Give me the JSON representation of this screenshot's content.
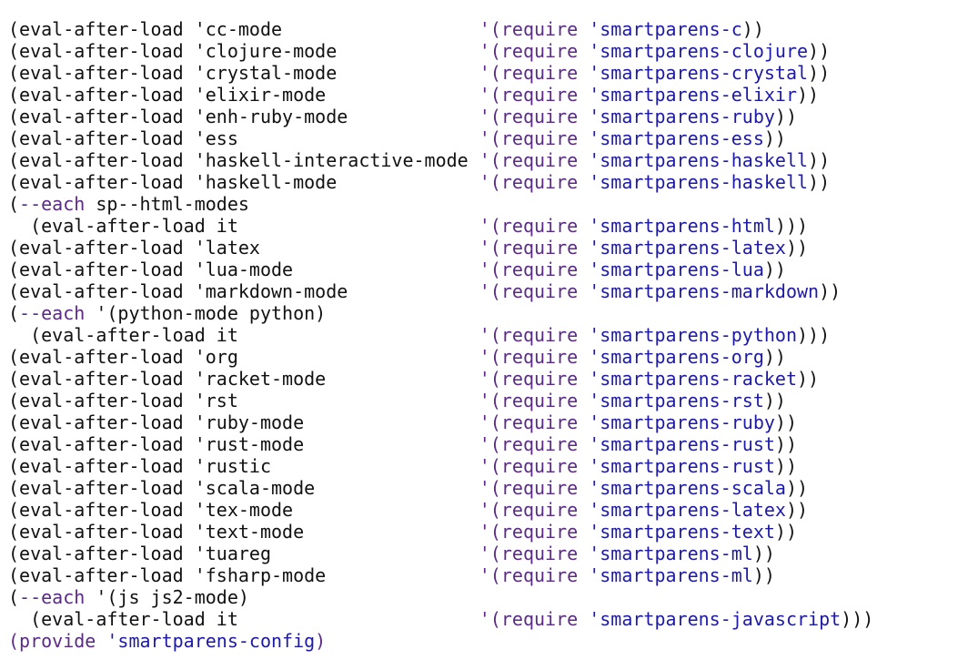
{
  "colors": {
    "text": "#111111",
    "keyword": "#5b2a86",
    "feature": "#1d1aa4",
    "background": "#ffffff"
  },
  "code_lines": [
    [
      {
        "t": "(eval-after-load 'cc-mode                  ",
        "c": "plain"
      },
      {
        "t": "'(",
        "c": "purple"
      },
      {
        "t": "require",
        "c": "purple"
      },
      {
        "t": " ",
        "c": "plain"
      },
      {
        "t": "'smartparens-c",
        "c": "blue"
      },
      {
        "t": "))",
        "c": "plain"
      }
    ],
    [
      {
        "t": "(eval-after-load 'clojure-mode             ",
        "c": "plain"
      },
      {
        "t": "'(",
        "c": "purple"
      },
      {
        "t": "require",
        "c": "purple"
      },
      {
        "t": " ",
        "c": "plain"
      },
      {
        "t": "'smartparens-clojure",
        "c": "blue"
      },
      {
        "t": "))",
        "c": "plain"
      }
    ],
    [
      {
        "t": "(eval-after-load 'crystal-mode             ",
        "c": "plain"
      },
      {
        "t": "'(",
        "c": "purple"
      },
      {
        "t": "require",
        "c": "purple"
      },
      {
        "t": " ",
        "c": "plain"
      },
      {
        "t": "'smartparens-crystal",
        "c": "blue"
      },
      {
        "t": "))",
        "c": "plain"
      }
    ],
    [
      {
        "t": "(eval-after-load 'elixir-mode              ",
        "c": "plain"
      },
      {
        "t": "'(",
        "c": "purple"
      },
      {
        "t": "require",
        "c": "purple"
      },
      {
        "t": " ",
        "c": "plain"
      },
      {
        "t": "'smartparens-elixir",
        "c": "blue"
      },
      {
        "t": "))",
        "c": "plain"
      }
    ],
    [
      {
        "t": "(eval-after-load 'enh-ruby-mode            ",
        "c": "plain"
      },
      {
        "t": "'(",
        "c": "purple"
      },
      {
        "t": "require",
        "c": "purple"
      },
      {
        "t": " ",
        "c": "plain"
      },
      {
        "t": "'smartparens-ruby",
        "c": "blue"
      },
      {
        "t": "))",
        "c": "plain"
      }
    ],
    [
      {
        "t": "(eval-after-load 'ess                      ",
        "c": "plain"
      },
      {
        "t": "'(",
        "c": "purple"
      },
      {
        "t": "require",
        "c": "purple"
      },
      {
        "t": " ",
        "c": "plain"
      },
      {
        "t": "'smartparens-ess",
        "c": "blue"
      },
      {
        "t": "))",
        "c": "plain"
      }
    ],
    [
      {
        "t": "(eval-after-load 'haskell-interactive-mode ",
        "c": "plain"
      },
      {
        "t": "'(",
        "c": "purple"
      },
      {
        "t": "require",
        "c": "purple"
      },
      {
        "t": " ",
        "c": "plain"
      },
      {
        "t": "'smartparens-haskell",
        "c": "blue"
      },
      {
        "t": "))",
        "c": "plain"
      }
    ],
    [
      {
        "t": "(eval-after-load 'haskell-mode             ",
        "c": "plain"
      },
      {
        "t": "'(",
        "c": "purple"
      },
      {
        "t": "require",
        "c": "purple"
      },
      {
        "t": " ",
        "c": "plain"
      },
      {
        "t": "'smartparens-haskell",
        "c": "blue"
      },
      {
        "t": "))",
        "c": "plain"
      }
    ],
    [
      {
        "t": "(",
        "c": "plain"
      },
      {
        "t": "--each",
        "c": "purple"
      },
      {
        "t": " sp--html-modes",
        "c": "plain"
      }
    ],
    [
      {
        "t": "  (eval-after-load it                      ",
        "c": "plain"
      },
      {
        "t": "'(",
        "c": "purple"
      },
      {
        "t": "require",
        "c": "purple"
      },
      {
        "t": " ",
        "c": "plain"
      },
      {
        "t": "'smartparens-html",
        "c": "blue"
      },
      {
        "t": ")))",
        "c": "plain"
      }
    ],
    [
      {
        "t": "(eval-after-load 'latex                    ",
        "c": "plain"
      },
      {
        "t": "'(",
        "c": "purple"
      },
      {
        "t": "require",
        "c": "purple"
      },
      {
        "t": " ",
        "c": "plain"
      },
      {
        "t": "'smartparens-latex",
        "c": "blue"
      },
      {
        "t": "))",
        "c": "plain"
      }
    ],
    [
      {
        "t": "(eval-after-load 'lua-mode                 ",
        "c": "plain"
      },
      {
        "t": "'(",
        "c": "purple"
      },
      {
        "t": "require",
        "c": "purple"
      },
      {
        "t": " ",
        "c": "plain"
      },
      {
        "t": "'smartparens-lua",
        "c": "blue"
      },
      {
        "t": "))",
        "c": "plain"
      }
    ],
    [
      {
        "t": "(eval-after-load 'markdown-mode            ",
        "c": "plain"
      },
      {
        "t": "'(",
        "c": "purple"
      },
      {
        "t": "require",
        "c": "purple"
      },
      {
        "t": " ",
        "c": "plain"
      },
      {
        "t": "'smartparens-markdown",
        "c": "blue"
      },
      {
        "t": "))",
        "c": "plain"
      }
    ],
    [
      {
        "t": "(",
        "c": "plain"
      },
      {
        "t": "--each",
        "c": "purple"
      },
      {
        "t": " '(python-mode python)",
        "c": "plain"
      }
    ],
    [
      {
        "t": "  (eval-after-load it                      ",
        "c": "plain"
      },
      {
        "t": "'(",
        "c": "purple"
      },
      {
        "t": "require",
        "c": "purple"
      },
      {
        "t": " ",
        "c": "plain"
      },
      {
        "t": "'smartparens-python",
        "c": "blue"
      },
      {
        "t": ")))",
        "c": "plain"
      }
    ],
    [
      {
        "t": "(eval-after-load 'org                      ",
        "c": "plain"
      },
      {
        "t": "'(",
        "c": "purple"
      },
      {
        "t": "require",
        "c": "purple"
      },
      {
        "t": " ",
        "c": "plain"
      },
      {
        "t": "'smartparens-org",
        "c": "blue"
      },
      {
        "t": "))",
        "c": "plain"
      }
    ],
    [
      {
        "t": "(eval-after-load 'racket-mode              ",
        "c": "plain"
      },
      {
        "t": "'(",
        "c": "purple"
      },
      {
        "t": "require",
        "c": "purple"
      },
      {
        "t": " ",
        "c": "plain"
      },
      {
        "t": "'smartparens-racket",
        "c": "blue"
      },
      {
        "t": "))",
        "c": "plain"
      }
    ],
    [
      {
        "t": "(eval-after-load 'rst                      ",
        "c": "plain"
      },
      {
        "t": "'(",
        "c": "purple"
      },
      {
        "t": "require",
        "c": "purple"
      },
      {
        "t": " ",
        "c": "plain"
      },
      {
        "t": "'smartparens-rst",
        "c": "blue"
      },
      {
        "t": "))",
        "c": "plain"
      }
    ],
    [
      {
        "t": "(eval-after-load 'ruby-mode                ",
        "c": "plain"
      },
      {
        "t": "'(",
        "c": "purple"
      },
      {
        "t": "require",
        "c": "purple"
      },
      {
        "t": " ",
        "c": "plain"
      },
      {
        "t": "'smartparens-ruby",
        "c": "blue"
      },
      {
        "t": "))",
        "c": "plain"
      }
    ],
    [
      {
        "t": "(eval-after-load 'rust-mode                ",
        "c": "plain"
      },
      {
        "t": "'(",
        "c": "purple"
      },
      {
        "t": "require",
        "c": "purple"
      },
      {
        "t": " ",
        "c": "plain"
      },
      {
        "t": "'smartparens-rust",
        "c": "blue"
      },
      {
        "t": "))",
        "c": "plain"
      }
    ],
    [
      {
        "t": "(eval-after-load 'rustic                   ",
        "c": "plain"
      },
      {
        "t": "'(",
        "c": "purple"
      },
      {
        "t": "require",
        "c": "purple"
      },
      {
        "t": " ",
        "c": "plain"
      },
      {
        "t": "'smartparens-rust",
        "c": "blue"
      },
      {
        "t": "))",
        "c": "plain"
      }
    ],
    [
      {
        "t": "(eval-after-load 'scala-mode               ",
        "c": "plain"
      },
      {
        "t": "'(",
        "c": "purple"
      },
      {
        "t": "require",
        "c": "purple"
      },
      {
        "t": " ",
        "c": "plain"
      },
      {
        "t": "'smartparens-scala",
        "c": "blue"
      },
      {
        "t": "))",
        "c": "plain"
      }
    ],
    [
      {
        "t": "(eval-after-load 'tex-mode                 ",
        "c": "plain"
      },
      {
        "t": "'(",
        "c": "purple"
      },
      {
        "t": "require",
        "c": "purple"
      },
      {
        "t": " ",
        "c": "plain"
      },
      {
        "t": "'smartparens-latex",
        "c": "blue"
      },
      {
        "t": "))",
        "c": "plain"
      }
    ],
    [
      {
        "t": "(eval-after-load 'text-mode                ",
        "c": "plain"
      },
      {
        "t": "'(",
        "c": "purple"
      },
      {
        "t": "require",
        "c": "purple"
      },
      {
        "t": " ",
        "c": "plain"
      },
      {
        "t": "'smartparens-text",
        "c": "blue"
      },
      {
        "t": "))",
        "c": "plain"
      }
    ],
    [
      {
        "t": "(eval-after-load 'tuareg                   ",
        "c": "plain"
      },
      {
        "t": "'(",
        "c": "purple"
      },
      {
        "t": "require",
        "c": "purple"
      },
      {
        "t": " ",
        "c": "plain"
      },
      {
        "t": "'smartparens-ml",
        "c": "blue"
      },
      {
        "t": "))",
        "c": "plain"
      }
    ],
    [
      {
        "t": "(eval-after-load 'fsharp-mode              ",
        "c": "plain"
      },
      {
        "t": "'(",
        "c": "purple"
      },
      {
        "t": "require",
        "c": "purple"
      },
      {
        "t": " ",
        "c": "plain"
      },
      {
        "t": "'smartparens-ml",
        "c": "blue"
      },
      {
        "t": "))",
        "c": "plain"
      }
    ],
    [
      {
        "t": "(",
        "c": "plain"
      },
      {
        "t": "--each",
        "c": "purple"
      },
      {
        "t": " '(js js2-mode)",
        "c": "plain"
      }
    ],
    [
      {
        "t": "  (eval-after-load it                      ",
        "c": "plain"
      },
      {
        "t": "'(",
        "c": "purple"
      },
      {
        "t": "require",
        "c": "purple"
      },
      {
        "t": " ",
        "c": "plain"
      },
      {
        "t": "'smartparens-javascript",
        "c": "blue"
      },
      {
        "t": ")))",
        "c": "plain"
      }
    ],
    [
      {
        "t": "(",
        "c": "purple"
      },
      {
        "t": "provide",
        "c": "purple"
      },
      {
        "t": " ",
        "c": "plain"
      },
      {
        "t": "'smartparens-config",
        "c": "blue"
      },
      {
        "t": ")",
        "c": "purple"
      }
    ]
  ]
}
